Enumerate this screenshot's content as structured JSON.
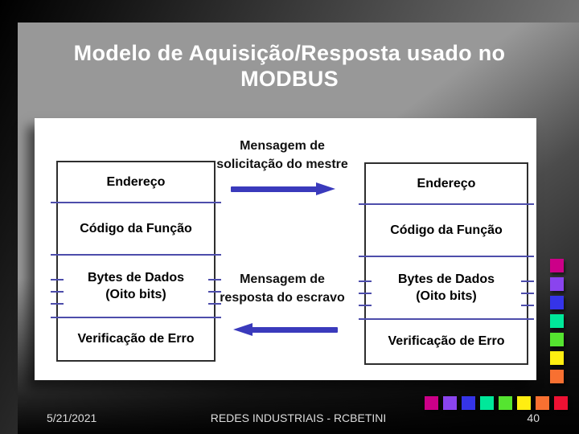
{
  "slide": {
    "title": "Modelo de Aquisição/Resposta usado no\nMODBUS",
    "footer": {
      "date": "5/21/2021",
      "center": "REDES INDUSTRIAIS - RCBETINI",
      "page_number": "40"
    }
  },
  "diagram": {
    "left_table": {
      "rows": [
        "Endereço",
        "Código da Função",
        "Bytes de Dados\n(Oito bits)",
        "Verificação de Erro"
      ]
    },
    "right_table": {
      "rows": [
        "Endereço",
        "Código da Função",
        "Bytes de Dados\n(Oito bits)",
        "Verificação de Erro"
      ]
    },
    "request_label": "Mensagem de\nsolicitação do mestre",
    "response_label": "Mensagem de\nresposta do escravo",
    "request_arrow_direction": "right",
    "response_arrow_direction": "left"
  },
  "accent_squares": {
    "colors": [
      "#cc0088",
      "#8a44ee",
      "#3534e8",
      "#00e89a",
      "#55e430",
      "#ffee11",
      "#f87031",
      "#ee1133"
    ],
    "column_count": 7,
    "row_count": 8
  },
  "colors": {
    "slide_gray": "#989898",
    "panel_white": "#ffffff",
    "title_text": "#ffffff",
    "footer_text": "#dcdcdc",
    "table_text": "#000000",
    "table_border": "#2e2e2e",
    "separator": "#4d4dab",
    "arrow": "#3a3abc"
  }
}
